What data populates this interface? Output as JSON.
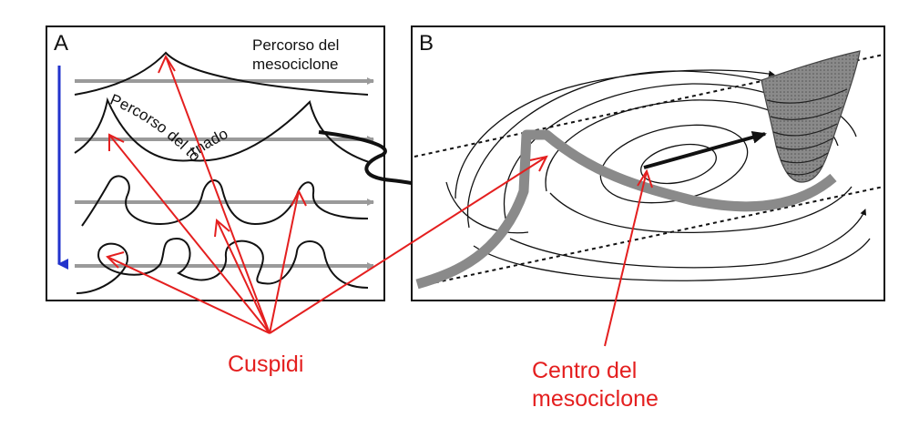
{
  "panel_a": {
    "letter": "A",
    "mesocyclone_path_line1": "Percorso del",
    "mesocyclone_path_line2": "mesociclone",
    "tornado_path": "Percorso del tornado"
  },
  "panel_b": {
    "letter": "B"
  },
  "labels": {
    "cusps": "Cuspidi",
    "mesocyclone_center_line1": "Centro del",
    "mesocyclone_center_line2": "mesociclone"
  },
  "colors": {
    "annotation_red": "#e41f1f",
    "direction_blue": "#2233cc",
    "track_gray": "#9a9a9a",
    "ink": "#111111"
  }
}
